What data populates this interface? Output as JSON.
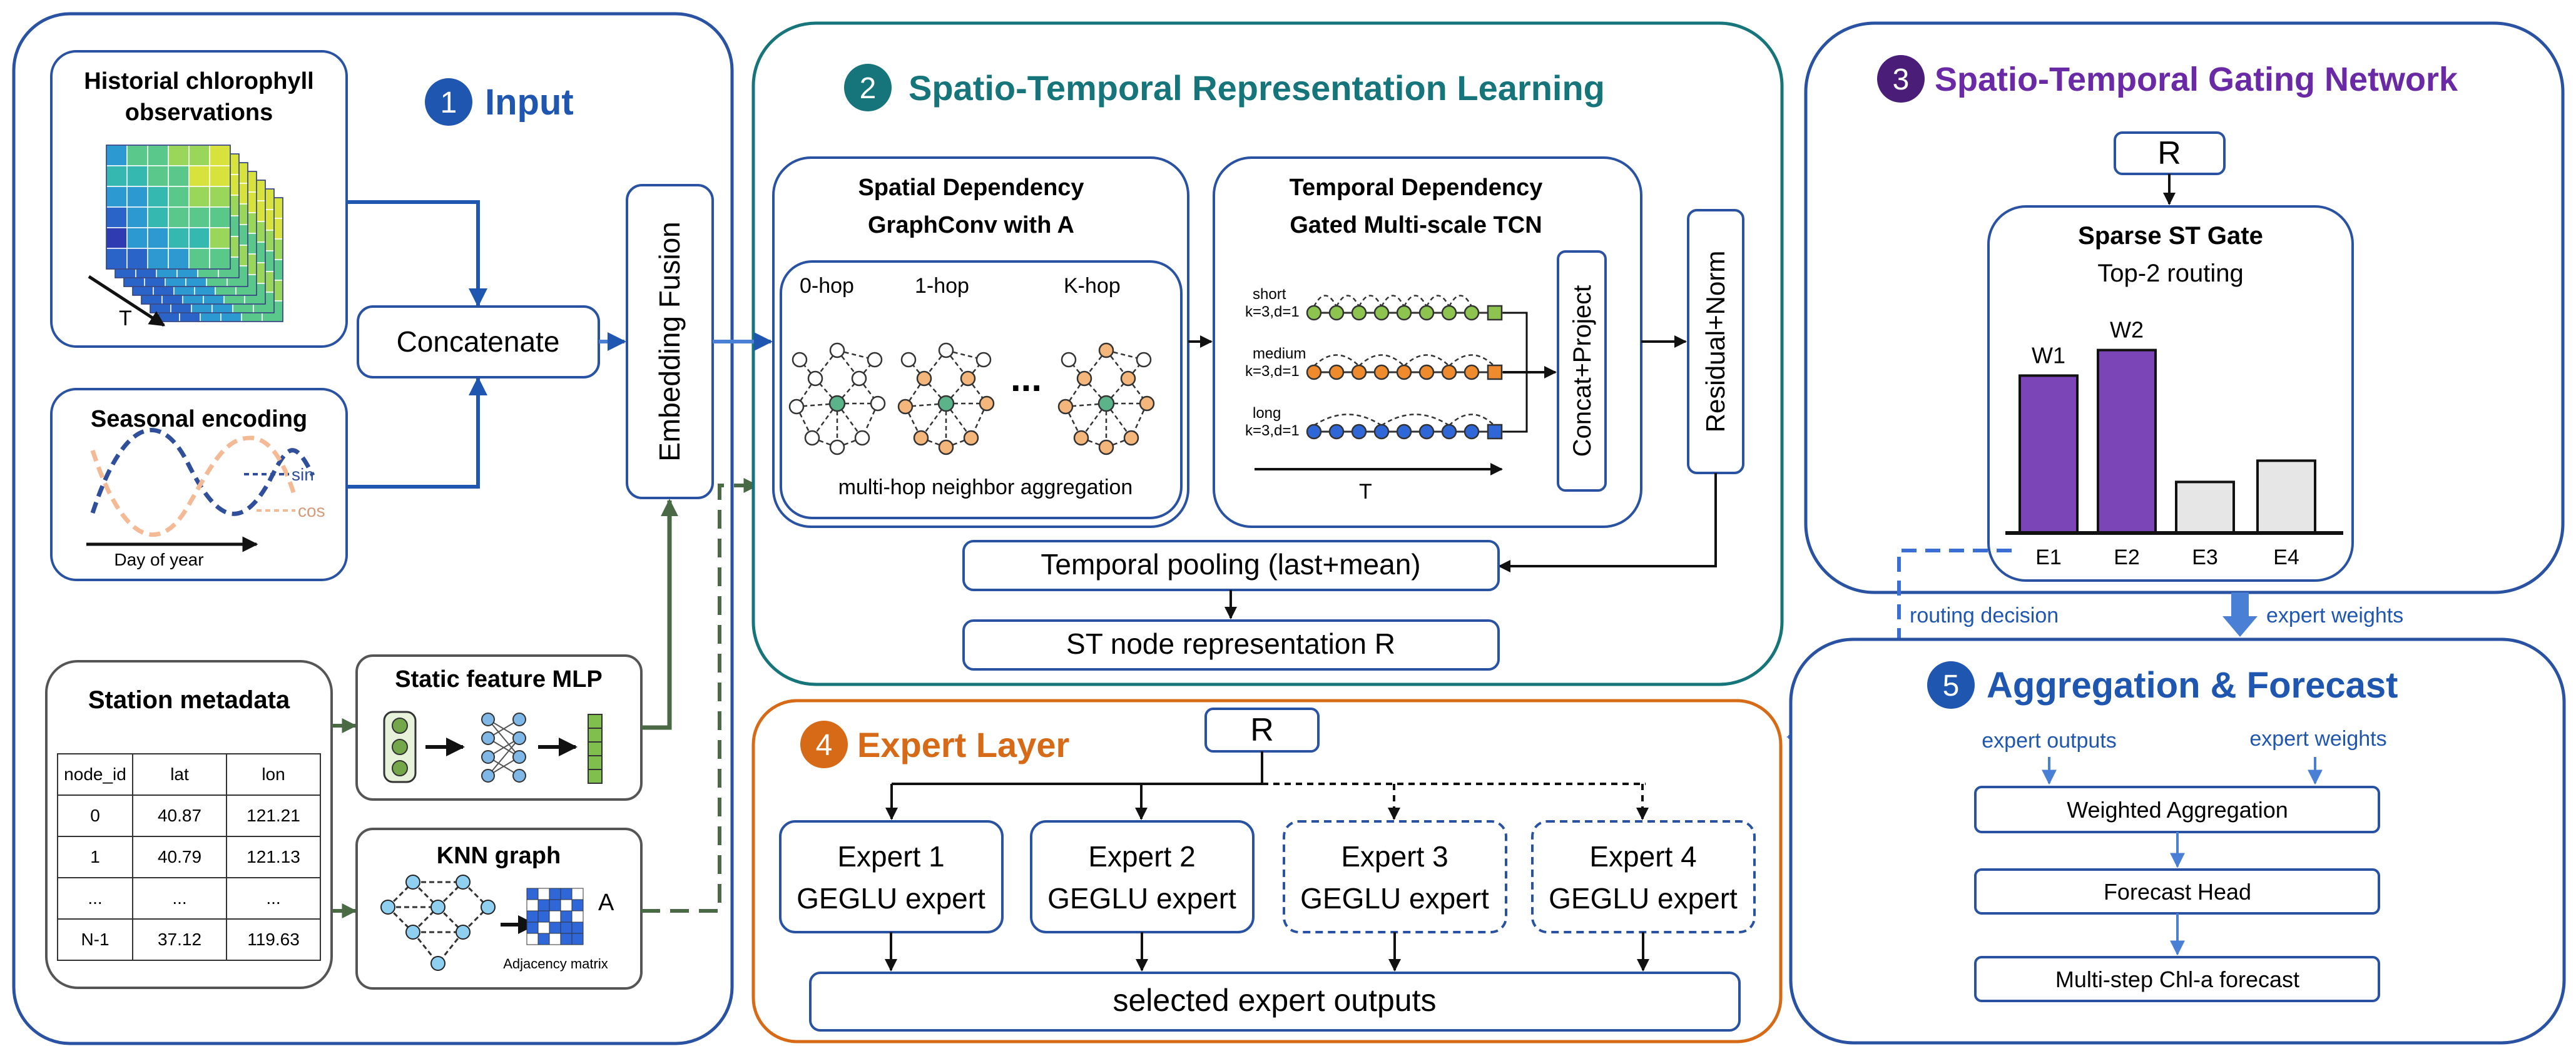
{
  "colors": {
    "input": "#1f56b0",
    "strl": "#16757a",
    "gating": "#6a2aa5",
    "expert": "#d66a17",
    "aggregation": "#1f56b0",
    "green": "#8cc44f",
    "orange": "#ef8b2d",
    "blue": "#2f67d8",
    "purple": "#7b45b8",
    "gray_bar": "#e6e6e6"
  },
  "input": {
    "number": "1",
    "title": "Input",
    "hist": {
      "title_line1": "Historial chlorophyll",
      "title_line2": "observations",
      "axis": "T"
    },
    "seasonal": {
      "title": "Seasonal encoding",
      "sin": "sin",
      "cos": "cos",
      "xaxis": "Day of year"
    },
    "concat": "Concatenate",
    "embedding": "Embedding Fusion",
    "station": {
      "title": "Station metadata",
      "headers": [
        "node_id",
        "lat",
        "lon"
      ],
      "rows": [
        [
          "0",
          "40.87",
          "121.21"
        ],
        [
          "1",
          "40.79",
          "121.13"
        ],
        [
          "...",
          "...",
          "..."
        ],
        [
          "N-1",
          "37.12",
          "119.63"
        ]
      ]
    },
    "mlp": {
      "title": "Static feature MLP"
    },
    "knn": {
      "title": "KNN graph",
      "label_a": "A",
      "adjacency": "Adjacency matrix"
    }
  },
  "strl": {
    "number": "2",
    "title": "Spatio-Temporal Representation Learning",
    "spatial": {
      "title_line1": "Spatial Dependency",
      "title_line2": "GraphConv with A",
      "hops": [
        "0-hop",
        "1-hop",
        "K-hop"
      ],
      "ellipsis": "...",
      "agg": "multi-hop neighbor aggregation"
    },
    "temporal": {
      "title_line1": "Temporal Dependency",
      "title_line2": "Gated Multi-scale TCN",
      "rows": [
        {
          "name": "short",
          "params": "k=3,d=1"
        },
        {
          "name": "medium",
          "params": "k=3,d=1"
        },
        {
          "name": "long",
          "params": "k=3,d=1"
        }
      ],
      "axis": "T"
    },
    "concat_project": "Concat+Project",
    "residual": "Residual+Norm",
    "pooling": "Temporal pooling (last+mean)",
    "node_rep": "ST node representation R"
  },
  "gating": {
    "number": "3",
    "title": "Spatio-Temporal Gating Network",
    "r": "R",
    "gate_title": "Sparse ST Gate",
    "gate_sub": "Top-2 routing",
    "bars": [
      {
        "label": "E1",
        "value": 0.74,
        "top_label": "W1",
        "selected": true
      },
      {
        "label": "E2",
        "value": 0.86,
        "top_label": "W2",
        "selected": true
      },
      {
        "label": "E3",
        "value": 0.24,
        "top_label": "",
        "selected": false
      },
      {
        "label": "E4",
        "value": 0.34,
        "top_label": "",
        "selected": false
      }
    ],
    "routing_decision": "routing decision",
    "expert_weights": "expert weights"
  },
  "expert": {
    "number": "4",
    "title": "Expert Layer",
    "r": "R",
    "experts": [
      {
        "name": "Expert 1",
        "type": "GEGLU expert"
      },
      {
        "name": "Expert 2",
        "type": "GEGLU expert"
      },
      {
        "name": "Expert 3",
        "type": "GEGLU expert"
      },
      {
        "name": "Expert 4",
        "type": "GEGLU expert"
      }
    ],
    "outputs": "selected expert outputs"
  },
  "aggregation": {
    "number": "5",
    "title": "Aggregation & Forecast",
    "expert_outputs": "expert outputs",
    "expert_weights": "expert weights",
    "weighted": "Weighted Aggregation",
    "head": "Forecast Head",
    "forecast": "Multi-step Chl-a forecast"
  }
}
